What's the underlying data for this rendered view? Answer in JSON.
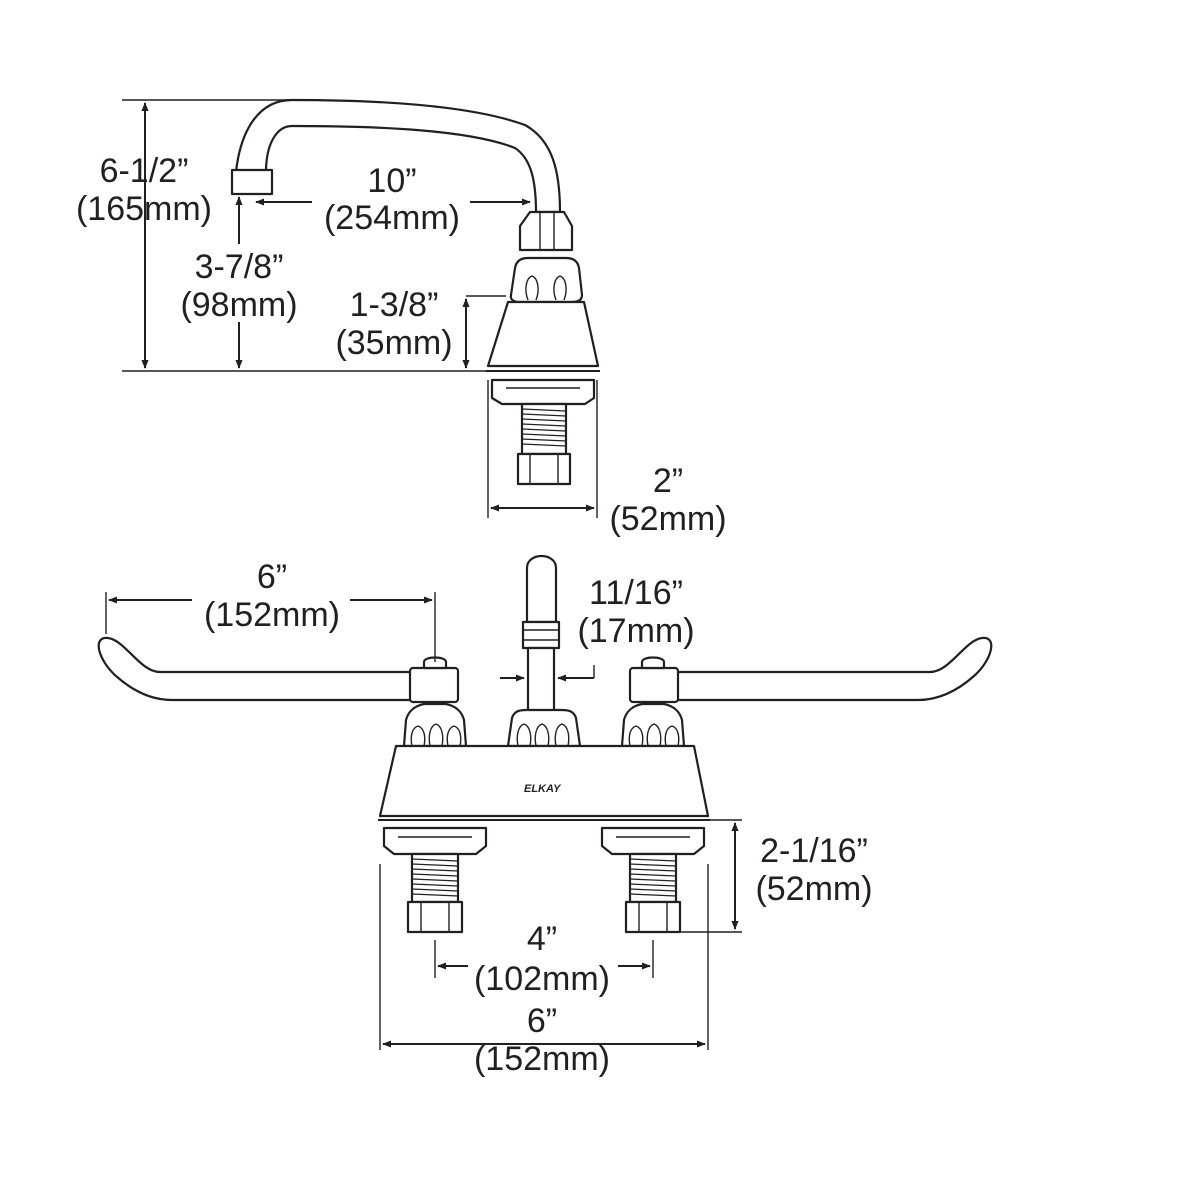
{
  "dimensions": {
    "overall_height": {
      "imperial": "6-1/2”",
      "metric": "(165mm)"
    },
    "spout_reach": {
      "imperial": "10”",
      "metric": "(254mm)"
    },
    "spout_clearance": {
      "imperial": "3-7/8”",
      "metric": "(98mm)"
    },
    "base_height": {
      "imperial": "1-3/8”",
      "metric": "(35mm)"
    },
    "base_depth": {
      "imperial": "2”",
      "metric": "(52mm)"
    },
    "handle_length": {
      "imperial": "6”",
      "metric": "(152mm)"
    },
    "riser_diameter": {
      "imperial": "11/16”",
      "metric": "(17mm)"
    },
    "shank_length": {
      "imperial": "2-1/16”",
      "metric": "(52mm)"
    },
    "centers": {
      "imperial": "4”",
      "metric": "(102mm)"
    },
    "overall_width": {
      "imperial": "6”",
      "metric": "(152mm)"
    }
  },
  "brand_mark": "ELKAY"
}
